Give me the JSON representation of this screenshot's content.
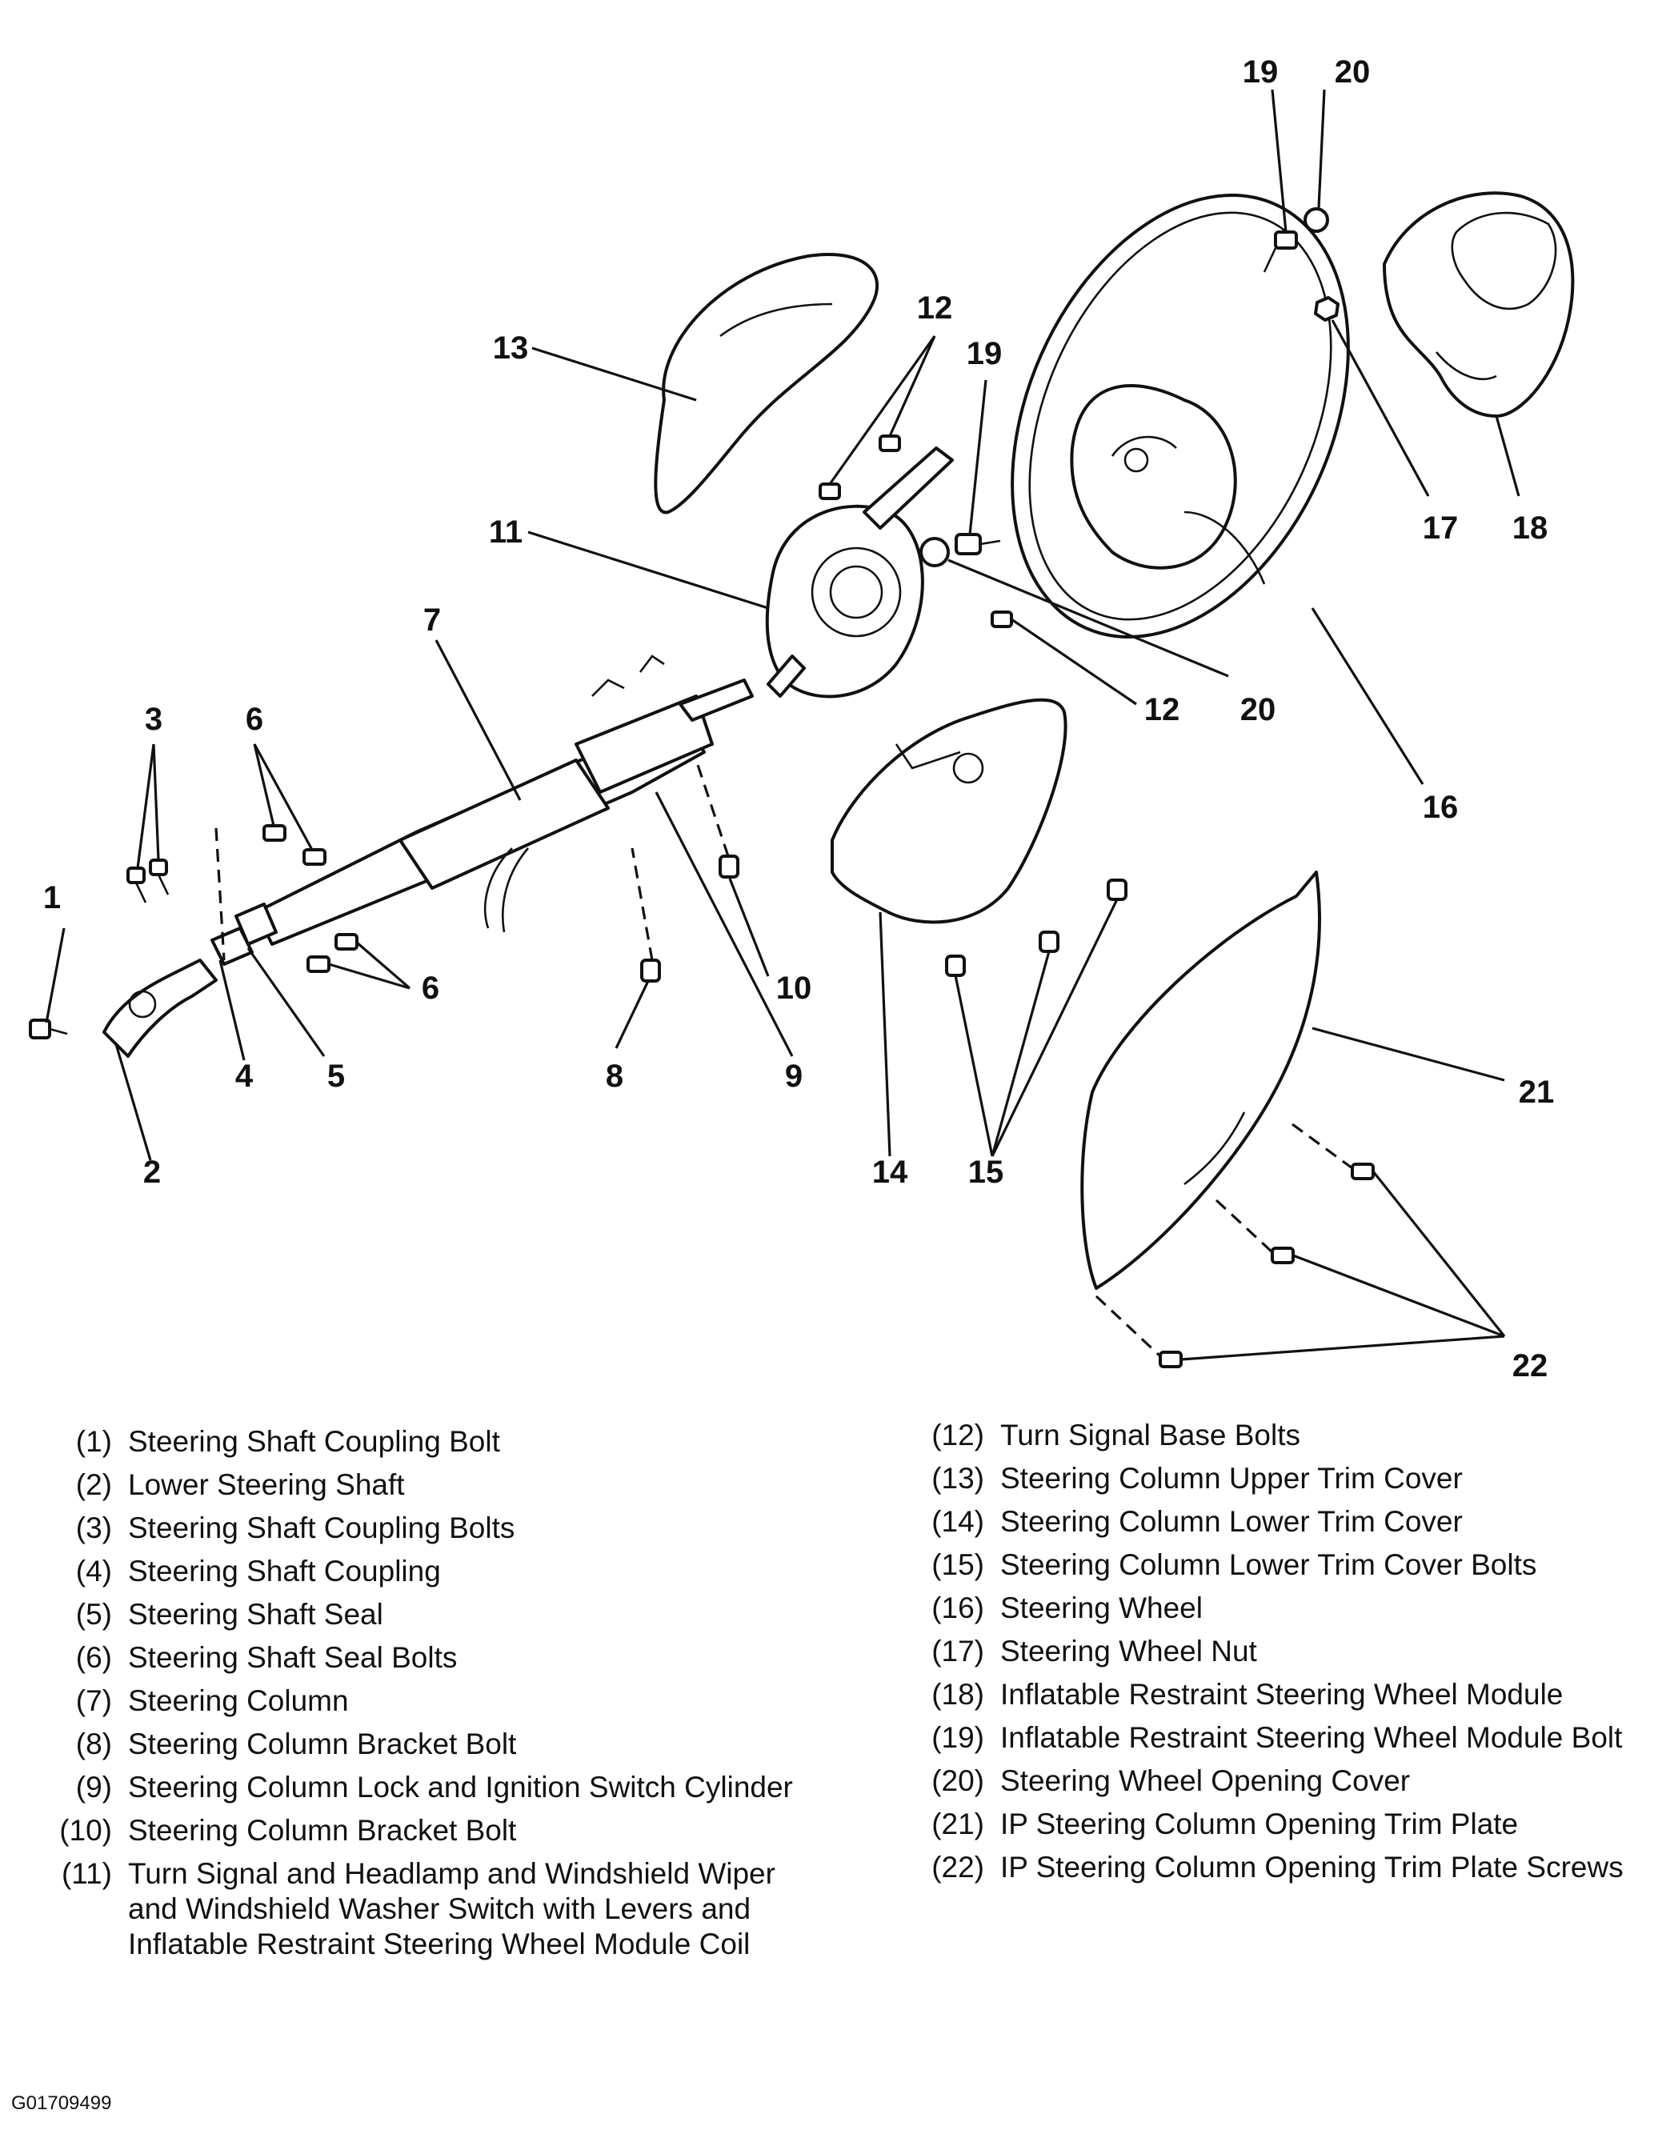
{
  "callouts": [
    "1",
    "2",
    "3",
    "4",
    "5",
    "6",
    "7",
    "8",
    "9",
    "10",
    "11",
    "12",
    "13",
    "14",
    "15",
    "16",
    "17",
    "18",
    "19",
    "20",
    "21",
    "22"
  ],
  "legend_left": [
    {
      "ref": "(1)",
      "text": "Steering Shaft Coupling Bolt"
    },
    {
      "ref": "(2)",
      "text": "Lower Steering Shaft"
    },
    {
      "ref": "(3)",
      "text": "Steering Shaft Coupling Bolts"
    },
    {
      "ref": "(4)",
      "text": "Steering Shaft Coupling"
    },
    {
      "ref": "(5)",
      "text": "Steering Shaft Seal"
    },
    {
      "ref": "(6)",
      "text": "Steering Shaft Seal Bolts"
    },
    {
      "ref": "(7)",
      "text": "Steering Column"
    },
    {
      "ref": "(8)",
      "text": "Steering Column Bracket Bolt"
    },
    {
      "ref": "(9)",
      "text": "Steering Column Lock and Ignition Switch Cylinder"
    },
    {
      "ref": "(10)",
      "text": "Steering Column Bracket Bolt"
    },
    {
      "ref": "(11)",
      "text": "Turn Signal and Headlamp and Windshield Wiper and Windshield Washer Switch with Levers and Inflatable Restraint Steering Wheel Module Coil"
    }
  ],
  "legend_right": [
    {
      "ref": "(12)",
      "text": "Turn Signal Base Bolts"
    },
    {
      "ref": "(13)",
      "text": "Steering Column Upper Trim Cover"
    },
    {
      "ref": "(14)",
      "text": "Steering Column Lower Trim Cover"
    },
    {
      "ref": "(15)",
      "text": "Steering Column Lower Trim Cover Bolts"
    },
    {
      "ref": "(16)",
      "text": "Steering Wheel"
    },
    {
      "ref": "(17)",
      "text": "Steering Wheel Nut"
    },
    {
      "ref": "(18)",
      "text": "Inflatable Restraint Steering Wheel Module"
    },
    {
      "ref": "(19)",
      "text": "Inflatable Restraint Steering Wheel Module Bolt"
    },
    {
      "ref": "(20)",
      "text": "Steering Wheel Opening Cover"
    },
    {
      "ref": "(21)",
      "text": "IP Steering Column Opening Trim Plate"
    },
    {
      "ref": "(22)",
      "text": "IP Steering Column Opening Trim Plate Screws"
    }
  ],
  "figure_id": "G01709499"
}
